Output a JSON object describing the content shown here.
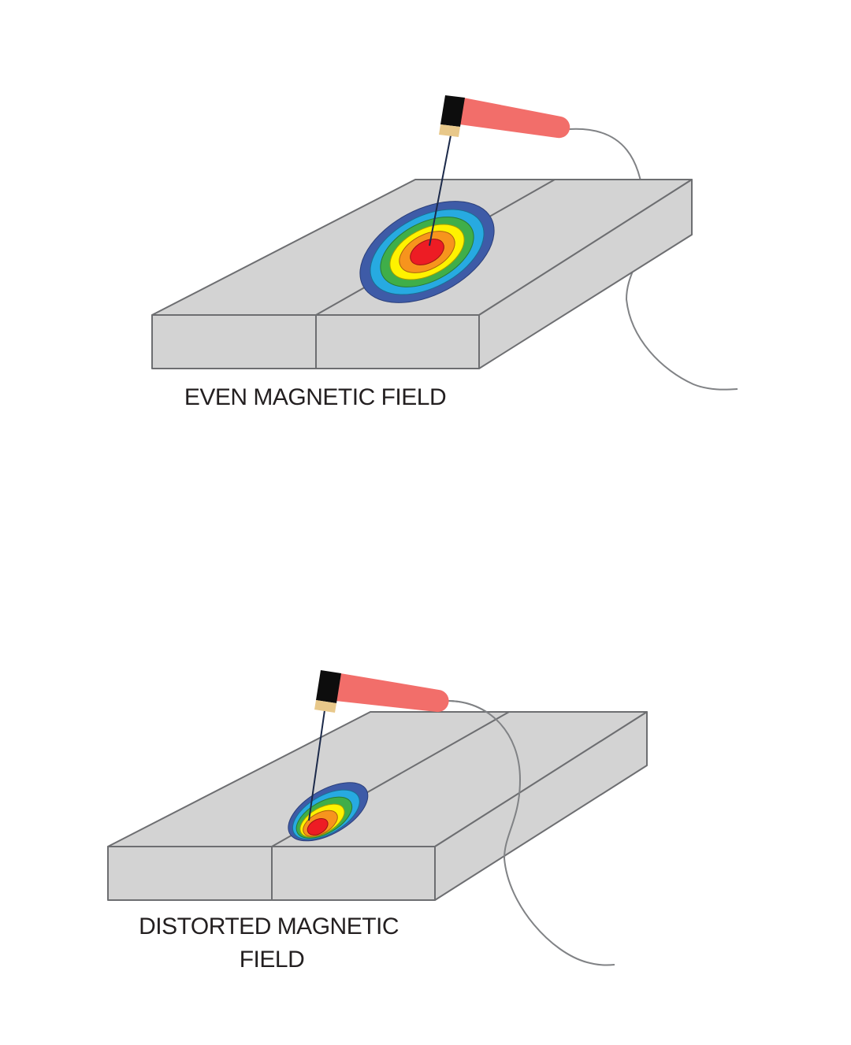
{
  "panels": [
    {
      "id": "even",
      "caption_lines": [
        "EVEN MAGNETIC FIELD"
      ],
      "field_state": "even"
    },
    {
      "id": "distorted",
      "caption_lines": [
        "DISTORTED MAGNETIC",
        "FIELD"
      ],
      "field_state": "distorted"
    }
  ],
  "colors": {
    "plate_face": "#d3d3d3",
    "plate_edge": "#6d6e71",
    "probe_handle": "#f26e6a",
    "probe_head": "#0d0d0d",
    "probe_tip": "#e8c88a",
    "cable": "#808285",
    "field_rings": [
      "#3e5ba7",
      "#27aae1",
      "#3fae49",
      "#fff200",
      "#f7941d",
      "#ed1c24"
    ]
  },
  "icons": {
    "probe": "eddy-current-probe-icon",
    "plate": "welded-plate-icon"
  }
}
